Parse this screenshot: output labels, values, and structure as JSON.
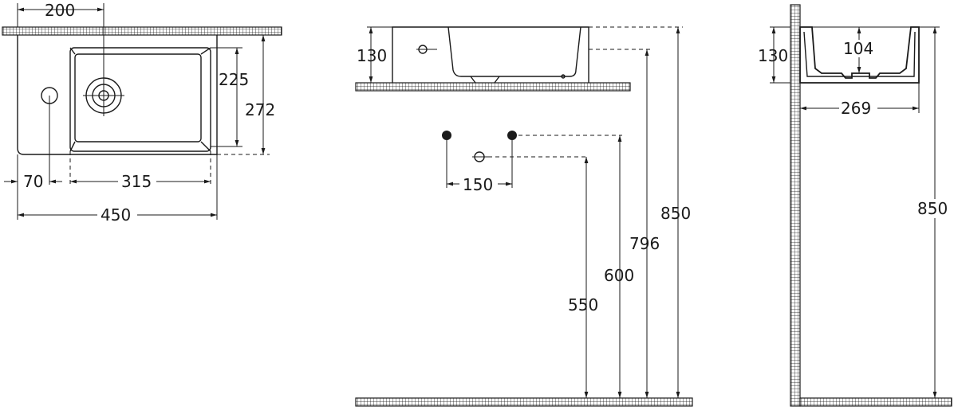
{
  "top_view": {
    "dim_200": "200",
    "dim_225": "225",
    "dim_272": "272",
    "dim_70": "70",
    "dim_315": "315",
    "dim_450": "450"
  },
  "front_view": {
    "dim_130": "130",
    "dim_150": "150",
    "dim_550": "550",
    "dim_600": "600",
    "dim_796": "796",
    "dim_850": "850"
  },
  "side_view": {
    "dim_130": "130",
    "dim_104": "104",
    "dim_269": "269",
    "dim_850": "850"
  }
}
